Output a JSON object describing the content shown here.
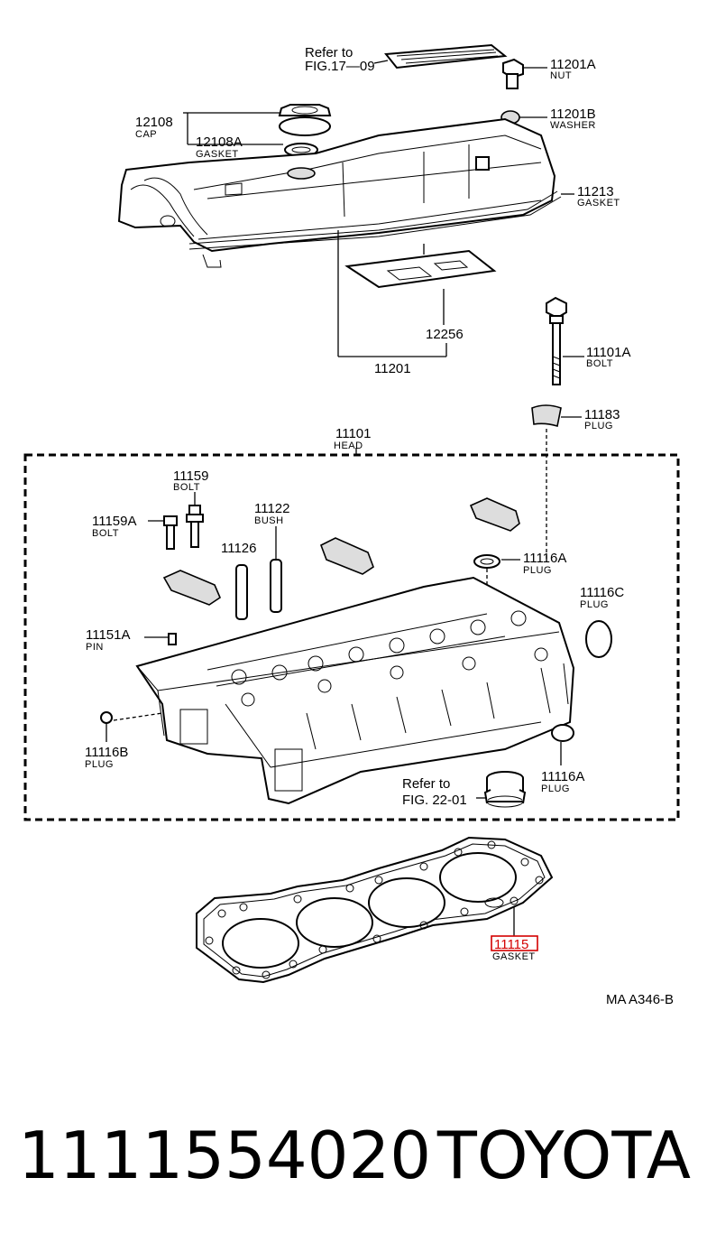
{
  "callouts": {
    "refer_top_1": "Refer to",
    "refer_top_2": "FIG.17—09",
    "p11201A": "11201A",
    "p11201A_sub": "NUT",
    "p12108": "12108",
    "p12108_sub": "CAP",
    "p12108A": "12108A",
    "p12108A_sub": "GASKET",
    "p11201B": "11201B",
    "p11201B_sub": "WASHER",
    "p11213": "11213",
    "p11213_sub": "GASKET",
    "p12256": "12256",
    "p11201": "11201",
    "p11101A": "11101A",
    "p11101A_sub": "BOLT",
    "p11183": "11183",
    "p11183_sub": "PLUG",
    "p11101": "11101",
    "p11101_sub": "HEAD",
    "p11159": "11159",
    "p11159_sub": "BOLT",
    "p11159A": "11159A",
    "p11159A_sub": "BOLT",
    "p11122": "11122",
    "p11122_sub": "BUSH",
    "p11126": "11126",
    "p11116A_top": "11116A",
    "p11116A_top_sub": "PLUG",
    "p11116C": "11116C",
    "p11116C_sub": "PLUG",
    "p11151A": "11151A",
    "p11151A_sub": "PIN",
    "p11116B": "11116B",
    "p11116B_sub": "PLUG",
    "refer_mid_1": "Refer to",
    "refer_mid_2": "FIG. 22-01",
    "p11116A_bot": "11116A",
    "p11116A_bot_sub": "PLUG",
    "p11115": "11115",
    "p11115_sub": "GASKET",
    "code": "MA  A346-B"
  },
  "title": {
    "part_number": "1111554020",
    "brand": "TOYOTA"
  },
  "colors": {
    "highlight": "#d40000"
  }
}
